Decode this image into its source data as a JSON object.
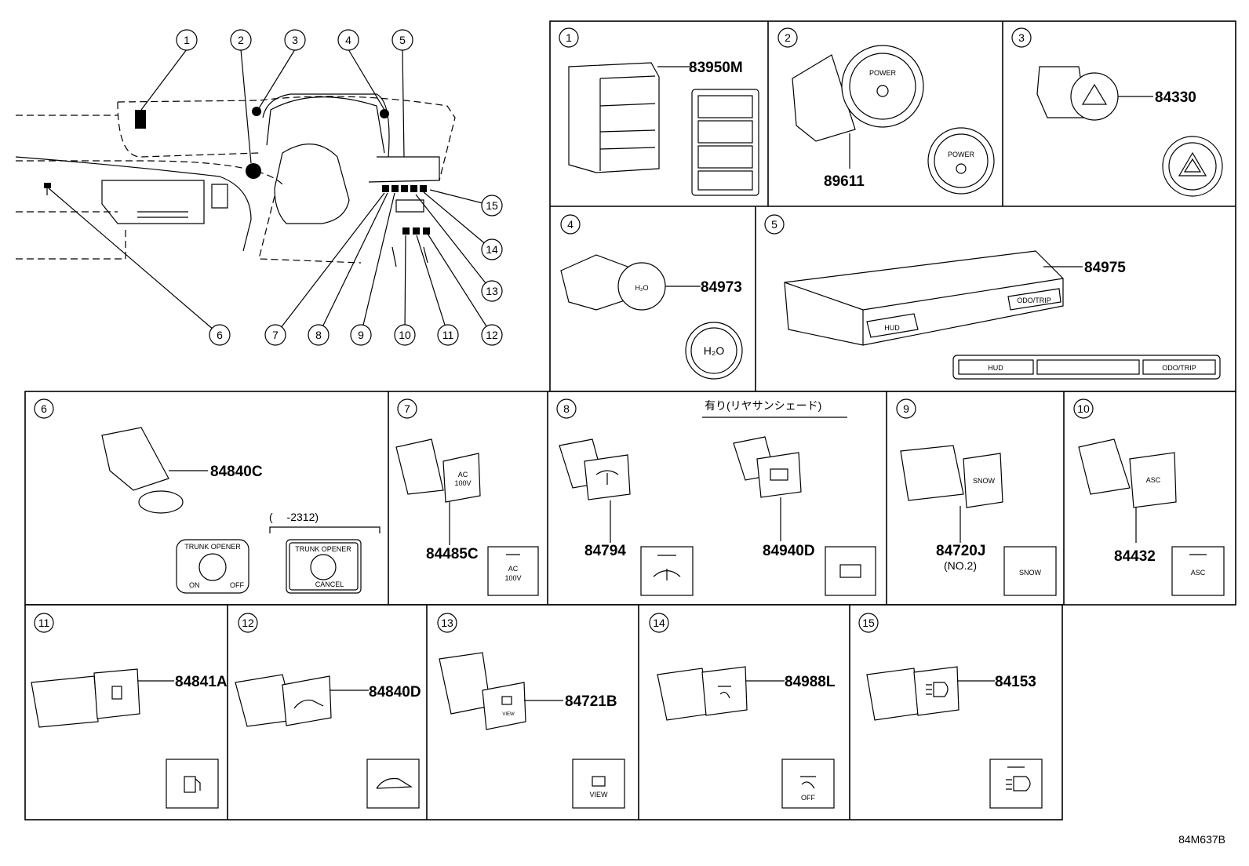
{
  "figure_code": "84M637B",
  "overview": {
    "callouts": [
      "1",
      "2",
      "3",
      "4",
      "5",
      "6",
      "7",
      "8",
      "9",
      "10",
      "11",
      "12",
      "13",
      "14",
      "15"
    ]
  },
  "panels": [
    {
      "index": "1",
      "parts": [
        "83950M"
      ]
    },
    {
      "index": "2",
      "parts": [
        "89611"
      ],
      "labels": [
        "POWER",
        "POWER"
      ]
    },
    {
      "index": "3",
      "parts": [
        "84330"
      ]
    },
    {
      "index": "4",
      "parts": [
        "84973"
      ],
      "labels": [
        "H₂O",
        "H₂O"
      ]
    },
    {
      "index": "5",
      "parts": [
        "84975"
      ],
      "labels": [
        "HUD",
        "ODO/TRIP",
        "HUD",
        "ODO/TRIP"
      ]
    },
    {
      "index": "6",
      "parts": [
        "84840C"
      ],
      "labels": [
        "(　 -2312)",
        "TRUNK OPENER",
        "ON",
        "OFF",
        "TRUNK OPENER",
        "CANCEL"
      ]
    },
    {
      "index": "7",
      "parts": [
        "84485C"
      ],
      "labels": [
        "AC",
        "100V",
        "AC",
        "100V"
      ]
    },
    {
      "index": "8",
      "parts": [
        "84794",
        "84940D"
      ],
      "note": "有り(リヤサンシェード)"
    },
    {
      "index": "9",
      "parts": [
        "84720J"
      ],
      "sub": "(NO.2)",
      "labels": [
        "SNOW",
        "SNOW"
      ]
    },
    {
      "index": "10",
      "parts": [
        "84432"
      ],
      "labels": [
        "ASC",
        "ASC"
      ]
    },
    {
      "index": "11",
      "parts": [
        "84841A"
      ]
    },
    {
      "index": "12",
      "parts": [
        "84840D"
      ]
    },
    {
      "index": "13",
      "parts": [
        "84721B"
      ],
      "labels": [
        "VIEW",
        "VIEW"
      ]
    },
    {
      "index": "14",
      "parts": [
        "84988L"
      ],
      "labels": [
        "OFF"
      ]
    },
    {
      "index": "15",
      "parts": [
        "84153"
      ]
    }
  ]
}
